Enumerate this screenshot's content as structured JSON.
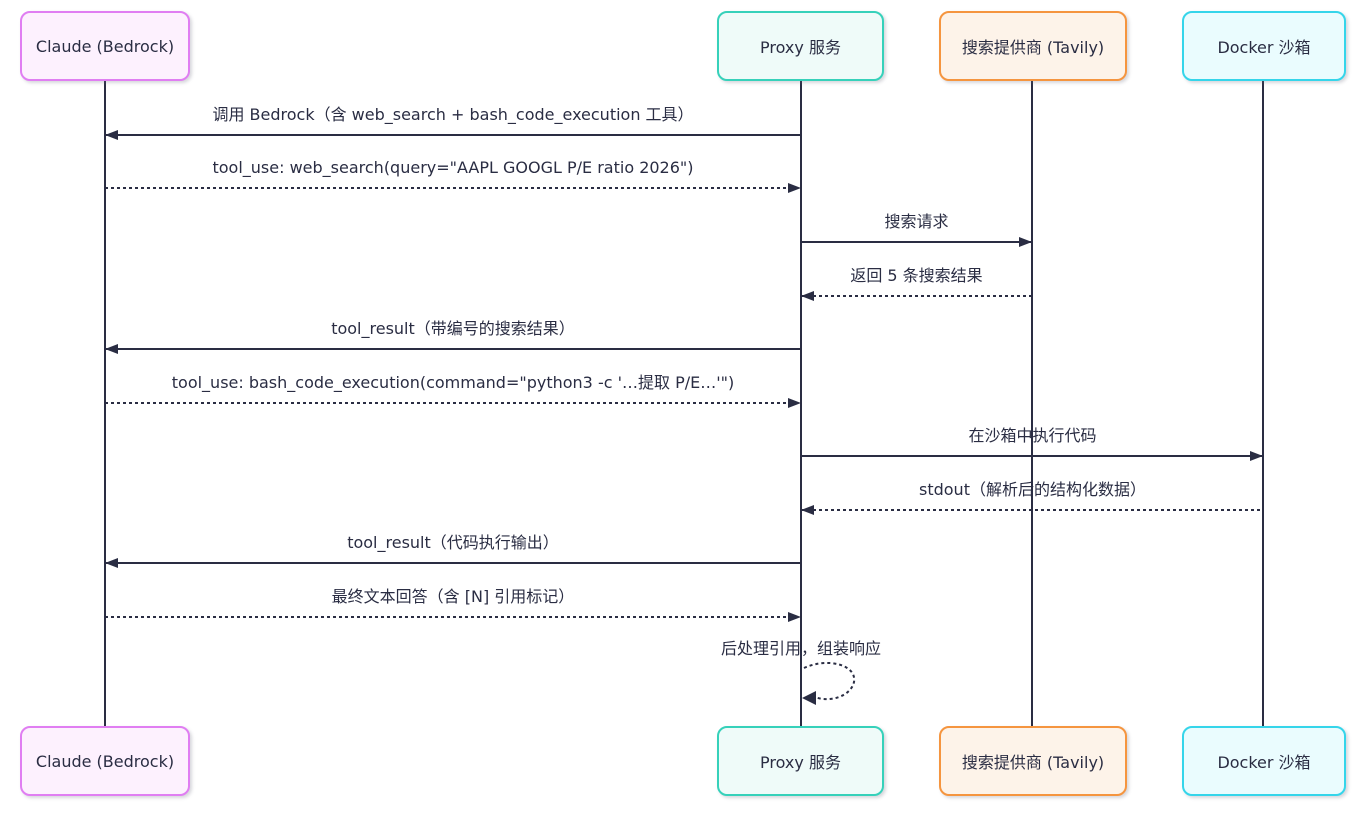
{
  "diagram": {
    "type": "sequence-diagram",
    "colors": {
      "line": "#2a2d43",
      "text": "#2a2d43",
      "claude_border": "#e07ef2",
      "claude_fill": "#fdf1fe",
      "proxy_border": "#36d1ba",
      "proxy_fill": "#effbf9",
      "tavily_border": "#f5953f",
      "tavily_fill": "#fdf3e9",
      "docker_border": "#35d5ea",
      "docker_fill": "#eafcfe"
    },
    "participants": [
      {
        "id": "claude",
        "label": "Claude (Bedrock)"
      },
      {
        "id": "proxy",
        "label": "Proxy 服务"
      },
      {
        "id": "tavily",
        "label": "搜索提供商 (Tavily)"
      },
      {
        "id": "docker",
        "label": "Docker 沙箱"
      }
    ],
    "messages": [
      {
        "label": "调用 Bedrock（含 web_search + bash_code_execution 工具）",
        "from": "proxy",
        "to": "claude",
        "line": "solid",
        "direction": "left"
      },
      {
        "label": "tool_use: web_search(query=\"AAPL GOOGL P/E ratio 2026\")",
        "from": "claude",
        "to": "proxy",
        "line": "dotted",
        "direction": "right"
      },
      {
        "label": "搜索请求",
        "from": "proxy",
        "to": "tavily",
        "line": "solid",
        "direction": "right"
      },
      {
        "label": "返回 5 条搜索结果",
        "from": "tavily",
        "to": "proxy",
        "line": "dotted",
        "direction": "left"
      },
      {
        "label": "tool_result（带编号的搜索结果）",
        "from": "proxy",
        "to": "claude",
        "line": "solid",
        "direction": "left"
      },
      {
        "label": "tool_use: bash_code_execution(command=\"python3 -c '…提取 P/E…'\")",
        "from": "claude",
        "to": "proxy",
        "line": "dotted",
        "direction": "right"
      },
      {
        "label": "在沙箱中执行代码",
        "from": "proxy",
        "to": "docker",
        "line": "solid",
        "direction": "right"
      },
      {
        "label": "stdout（解析后的结构化数据）",
        "from": "docker",
        "to": "proxy",
        "line": "dotted",
        "direction": "left"
      },
      {
        "label": "tool_result（代码执行输出）",
        "from": "proxy",
        "to": "claude",
        "line": "solid",
        "direction": "left"
      },
      {
        "label": "最终文本回答（含 [N] 引用标记）",
        "from": "claude",
        "to": "proxy",
        "line": "dotted",
        "direction": "right"
      },
      {
        "label": "后处理引用，组装响应",
        "from": "proxy",
        "to": "proxy",
        "line": "dotted",
        "direction": "self"
      }
    ]
  }
}
